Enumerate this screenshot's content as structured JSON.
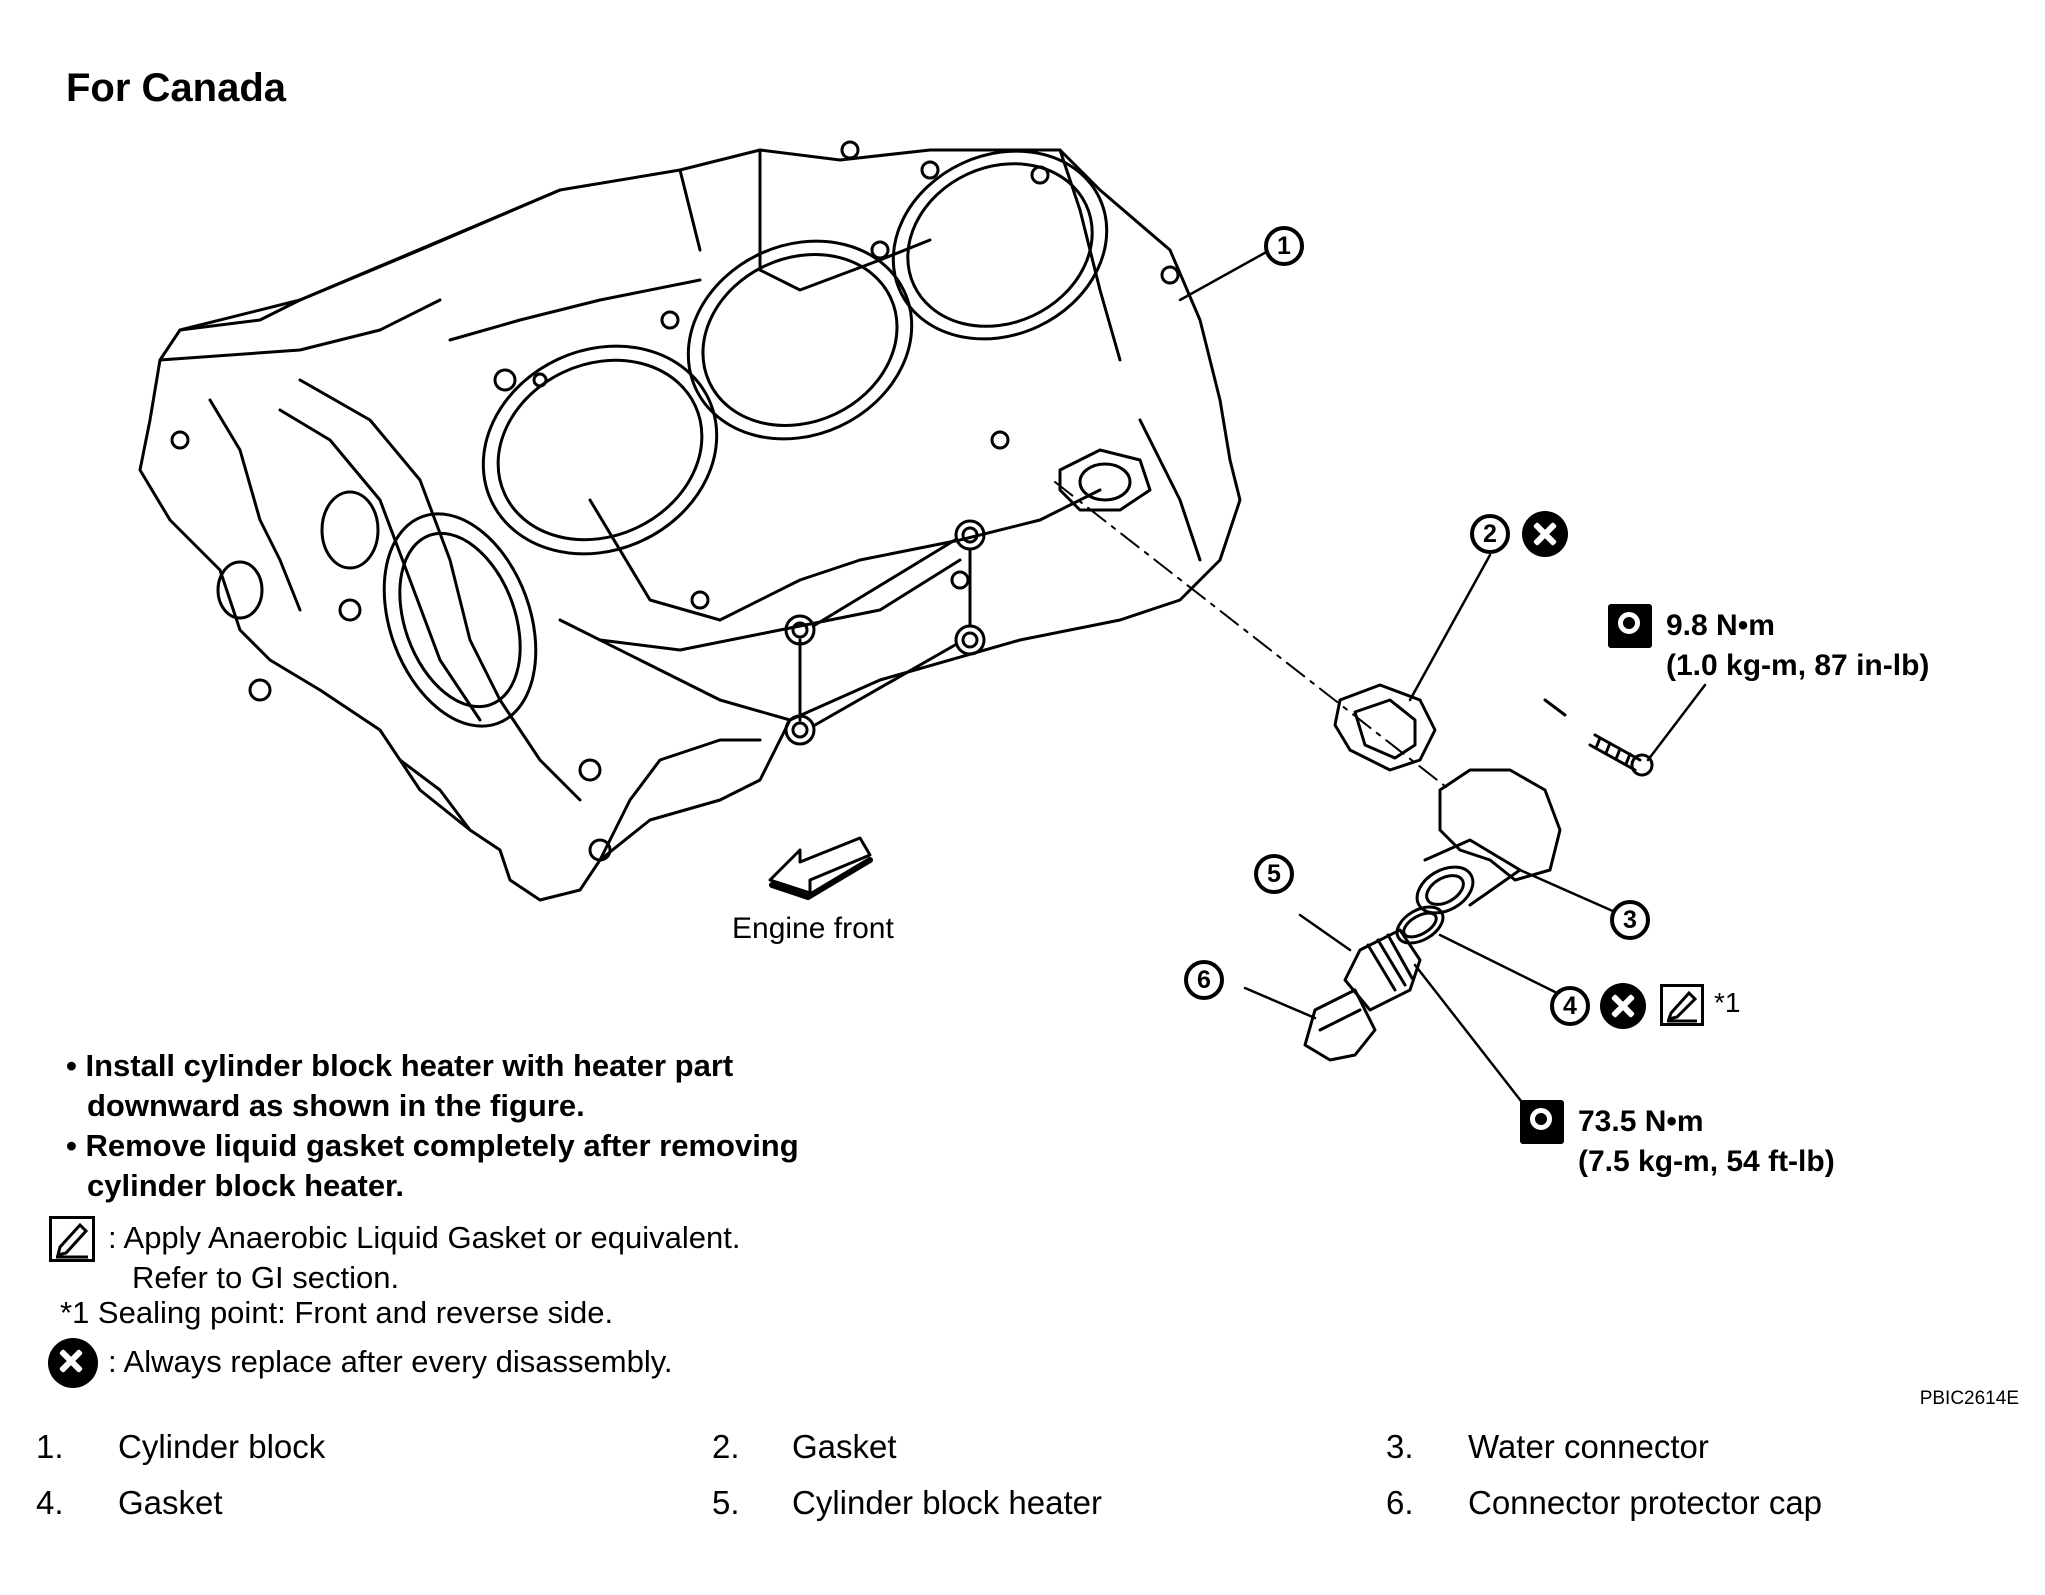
{
  "title": "For Canada",
  "engine_front_label": "Engine front",
  "callouts": [
    "1",
    "2",
    "3",
    "4",
    "5",
    "6"
  ],
  "torque_upper": {
    "value": "9.8 N•m",
    "conversion": "(1.0 kg-m, 87 in-lb)"
  },
  "torque_lower": {
    "value": "73.5 N•m",
    "conversion": "(7.5 kg-m, 54 ft-lb)"
  },
  "sealing_ref": "*1",
  "notes": [
    "• Install cylinder block heater with heater part",
    "downward as shown in the figure.",
    "• Remove liquid gasket completely after removing",
    "cylinder block heater."
  ],
  "legend": {
    "liquid_gasket_line1": ": Apply Anaerobic Liquid Gasket or equivalent.",
    "liquid_gasket_line2": "Refer to GI section.",
    "sealing_point": "*1 Sealing point: Front and reverse side.",
    "replace": ": Always replace after every disassembly."
  },
  "figure_code": "PBIC2614E",
  "parts": [
    {
      "num": "1.",
      "name": "Cylinder block"
    },
    {
      "num": "2.",
      "name": "Gasket"
    },
    {
      "num": "3.",
      "name": "Water connector"
    },
    {
      "num": "4.",
      "name": "Gasket"
    },
    {
      "num": "5.",
      "name": "Cylinder block heater"
    },
    {
      "num": "6.",
      "name": "Connector protector cap"
    }
  ],
  "icons": [
    "anaerobic-liquid-gasket-icon",
    "always-replace-icon",
    "torque-wrench-icon"
  ]
}
